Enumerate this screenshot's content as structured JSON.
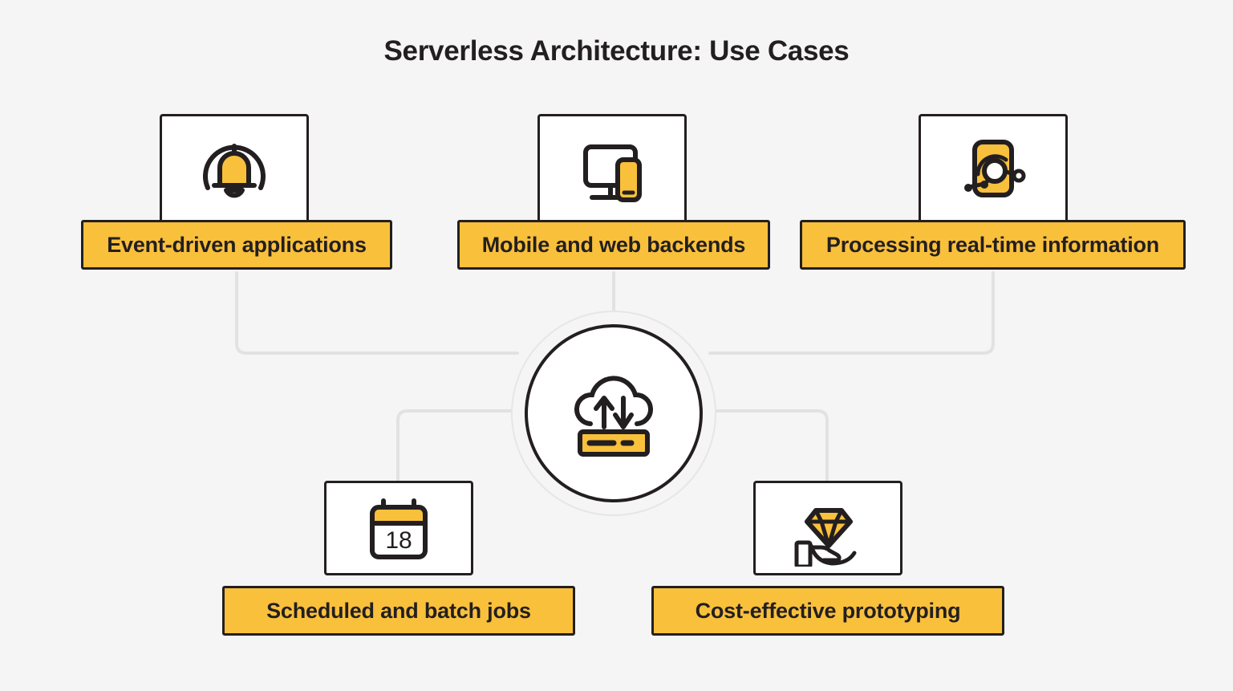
{
  "title": "Serverless Architecture: Use Cases",
  "colors": {
    "background": "#f5f5f5",
    "accent_yellow": "#f9c03c",
    "ink": "#231f20",
    "card_white": "#ffffff",
    "connector_gray": "#e2e2e2"
  },
  "hub": {
    "icon": "cloud-upload-download-server-icon",
    "label": ""
  },
  "nodes": [
    {
      "id": "event-driven",
      "label": "Event-driven applications",
      "icon": "bell-notification-icon",
      "position": "top-left"
    },
    {
      "id": "mobile-web",
      "label": "Mobile and web backends",
      "icon": "desktop-mobile-devices-icon",
      "position": "top-center"
    },
    {
      "id": "real-time",
      "label": "Processing real-time information",
      "icon": "realtime-network-node-icon",
      "position": "top-right"
    },
    {
      "id": "scheduled-batch",
      "label": "Scheduled and batch jobs",
      "icon": "calendar-icon",
      "icon_text": "18",
      "position": "bottom-left"
    },
    {
      "id": "cost-effective",
      "label": "Cost-effective prototyping",
      "icon": "hand-holding-diamond-icon",
      "position": "bottom-right"
    }
  ]
}
